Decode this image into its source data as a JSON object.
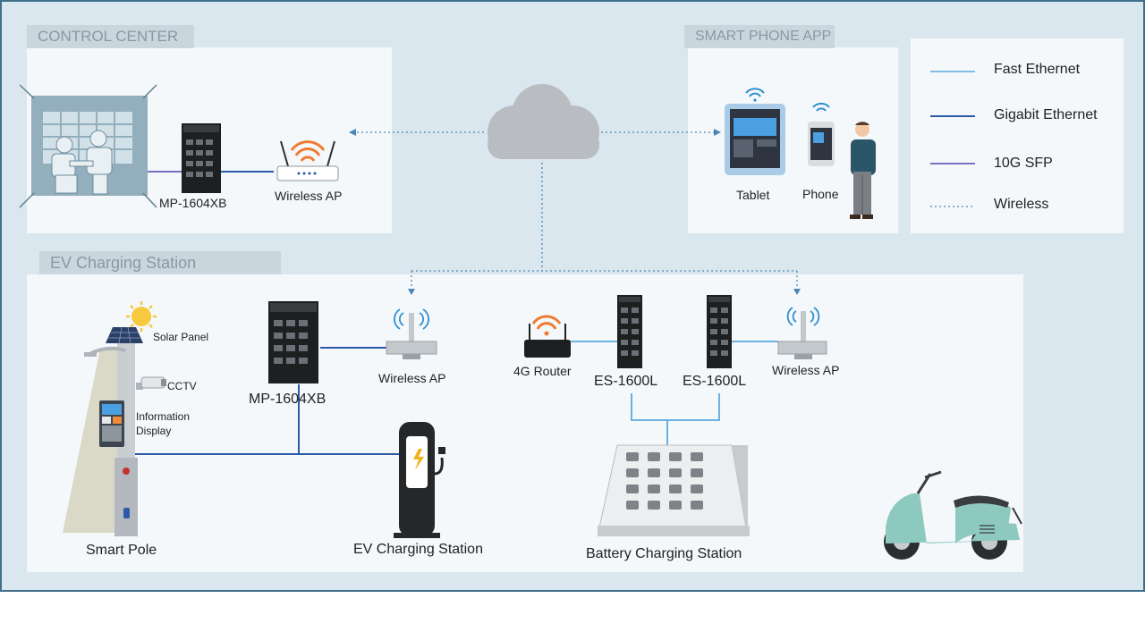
{
  "sections": {
    "control_center": "CONTROL CENTER",
    "smart_phone_app": "SMART PHONE APP",
    "ev_charging_station": "EV Charging Station"
  },
  "legend": {
    "fast_ethernet": "Fast Ethernet",
    "gigabit_ethernet": "Gigabit Ethernet",
    "sfp_10g": "10G SFP",
    "wireless": "Wireless"
  },
  "colors": {
    "fast_ethernet": "#5aa9dc",
    "gigabit_ethernet": "#2d5aa6",
    "sfp_10g": "#7a6fc0",
    "wireless": "#4a86b8"
  },
  "control_center": {
    "switch_label": "MP-1604XB",
    "ap_label": "Wireless AP"
  },
  "smart_phone_app": {
    "tablet_label": "Tablet",
    "phone_label": "Phone"
  },
  "ev_station": {
    "solar_panel": "Solar Panel",
    "cctv": "CCTV",
    "info_display_line1": "Information",
    "info_display_line2": "Display",
    "smart_pole": "Smart Pole",
    "switch_label": "MP-1604XB",
    "ap_left": "Wireless AP",
    "ev_charger": "EV Charging Station",
    "router_4g": "4G Router",
    "es_left": "ES-1600L",
    "es_right": "ES-1600L",
    "ap_right": "Wireless AP",
    "battery_station": "Battery Charging Station"
  }
}
